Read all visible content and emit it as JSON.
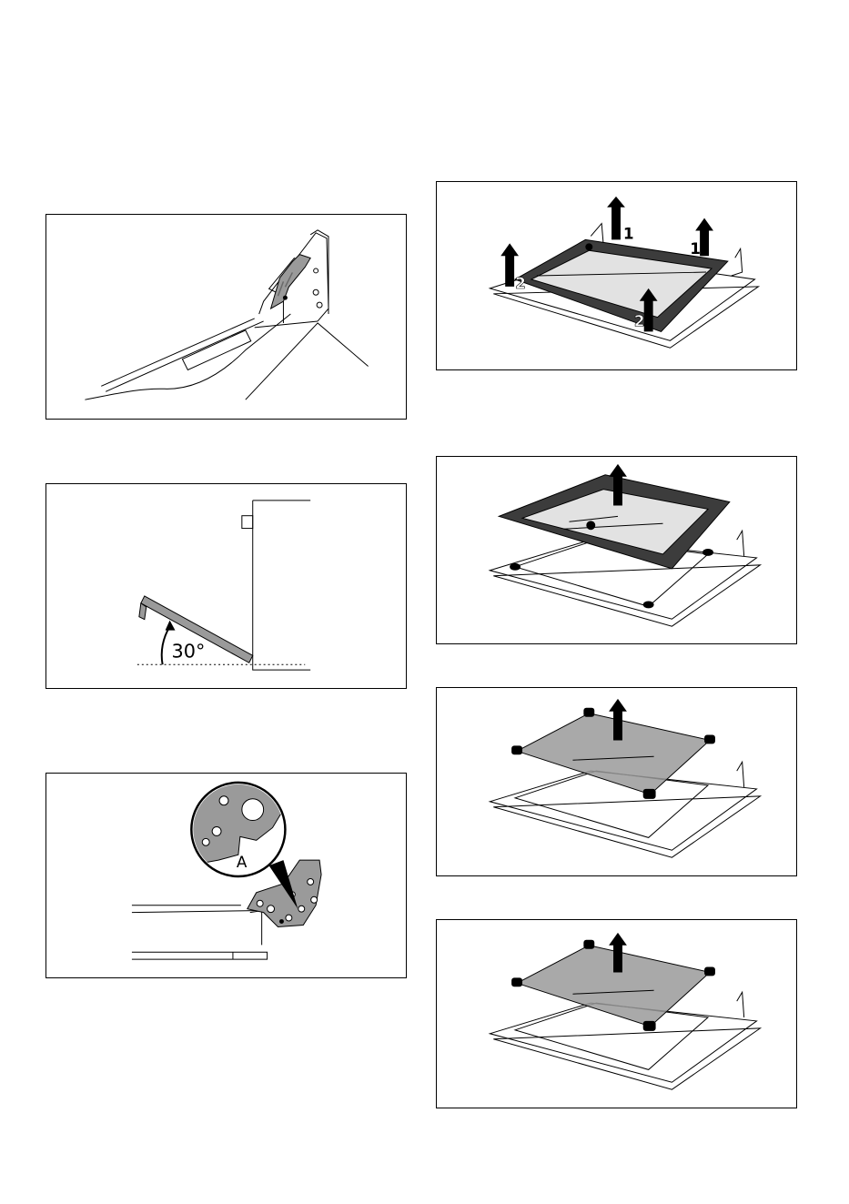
{
  "figures": {
    "angle": {
      "value_label": "30°",
      "angle_degrees": 30
    },
    "hinge_detail": {
      "callout_label": "A"
    },
    "glass_removal": {
      "step1_label": "1",
      "step2_label": "2"
    }
  },
  "colors": {
    "line": "#000000",
    "dark_gasket": "#3c3c3c",
    "glass_light": "#e2e2e2",
    "glass_mid": "#9a9a9a",
    "accent_hinge_arm": "#6a6a6a"
  },
  "icons": [
    "arrow-up-icon",
    "hinge-icon",
    "door-panel-icon",
    "glass-pane-icon",
    "magnifier-callout-icon"
  ]
}
